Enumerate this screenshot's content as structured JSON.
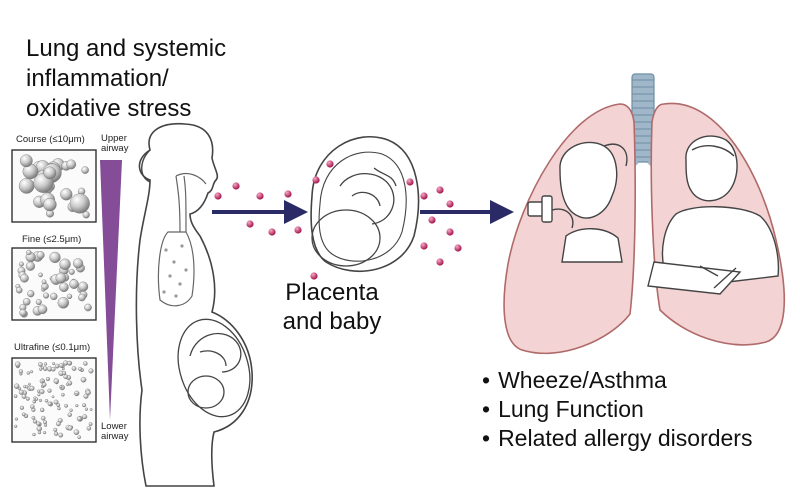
{
  "title": "Lung and systemic\ninflammation/\noxidative stress",
  "particles": [
    {
      "label": "Course (≤10μm)"
    },
    {
      "label": "Fine (≤2.5μm)"
    },
    {
      "label": "Ultrafine (≤0.1μm)"
    }
  ],
  "airway": {
    "upper": "Upper\nairway",
    "lower": "Lower\nairway"
  },
  "placenta_label": "Placenta\nand baby",
  "outcomes": [
    "Wheeze/Asthma",
    "Lung Function",
    "Related allergy disorders"
  ],
  "colors": {
    "gradient_bar": "#7b3d8f",
    "arrow": "#2a2a66",
    "particle_dot": "#c2185b",
    "lung_fill": "#f3d3d3",
    "lung_stroke": "#b06a6a",
    "trachea": "#9fb7c9",
    "particle_grey": "#b5b5b5"
  }
}
